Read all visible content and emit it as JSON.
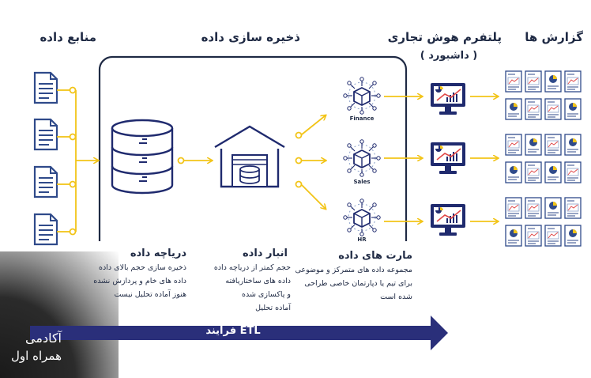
{
  "headers": {
    "sources": "منابع داده",
    "storage": "ذخیره سازی داده",
    "bi": "پلتفرم هوش تجاری",
    "bi_sub": "( داشبورد )",
    "reports": "گزارش ها"
  },
  "sections": {
    "lake_title": "دریاچه داده",
    "lake_desc": [
      "ذخیره سازی حجم بالای داده",
      "داده های خام و پردازش نشده",
      "هنوز آماده تحلیل نیست"
    ],
    "warehouse_title": "انبار داده",
    "warehouse_desc": [
      "حجم کمتر از دریاچه داده",
      "داده های ساختاریافته",
      "و پاکسازی شده",
      "آماده تحلیل"
    ],
    "mart_title": "مارت های داده",
    "mart_desc": [
      "مجموعه داده های متمرکز و موضوعی",
      "برای تیم یا دپارتمان خاصی طراحی",
      "شده است"
    ]
  },
  "marts": [
    "Finance",
    "Sales",
    "HR"
  ],
  "etl": "فرآیند ETL",
  "brand": {
    "line1": "آکادمی",
    "line2": "همراه اول"
  },
  "colors": {
    "navy": "#1f2a6e",
    "yellow": "#f2c418",
    "etl": "#2a2f7a",
    "icon": "#2f4a8a"
  },
  "icons": [
    "document-icon",
    "database-icon",
    "warehouse-icon",
    "cube-network-icon",
    "monitor-chart-icon",
    "report-icon"
  ]
}
